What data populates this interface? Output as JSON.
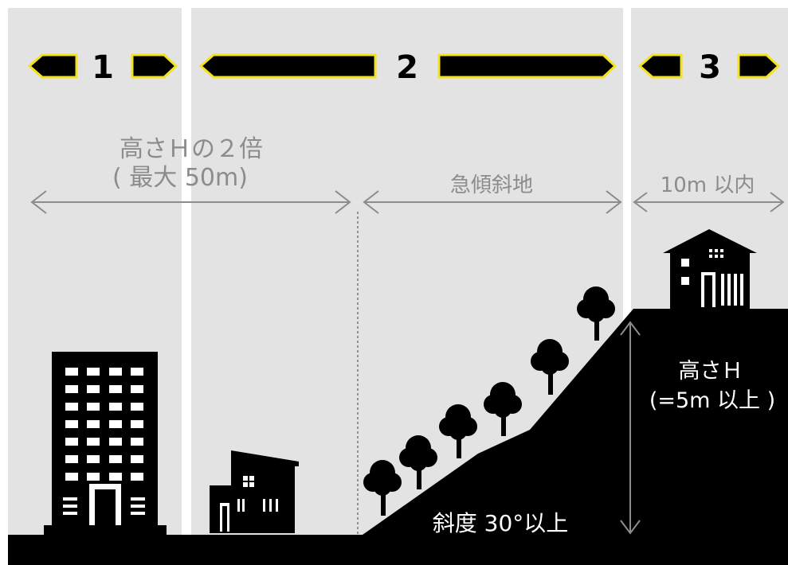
{
  "colors": {
    "zone_fill": "#e3e3e3",
    "ground": "#000000",
    "arrow_outline": "#f2e21f",
    "annotation_gray": "#8c8c8c",
    "label_white": "#ffffff"
  },
  "zones": [
    {
      "number": "1"
    },
    {
      "number": "2"
    },
    {
      "number": "3"
    }
  ],
  "annotations": {
    "zone1_line1": "高さＨの２倍",
    "zone1_line2": "( 最大 50m)",
    "zone2": "急傾斜地",
    "zone3": "10m 以内"
  },
  "slope_label": "斜度 30°以上",
  "height_label": {
    "line1": "高さＨ",
    "line2": "(=5m 以上 )"
  },
  "icons": [
    "apartment-building-icon",
    "small-house-icon",
    "tree-icon",
    "hilltop-house-icon",
    "double-arrow-icon"
  ]
}
